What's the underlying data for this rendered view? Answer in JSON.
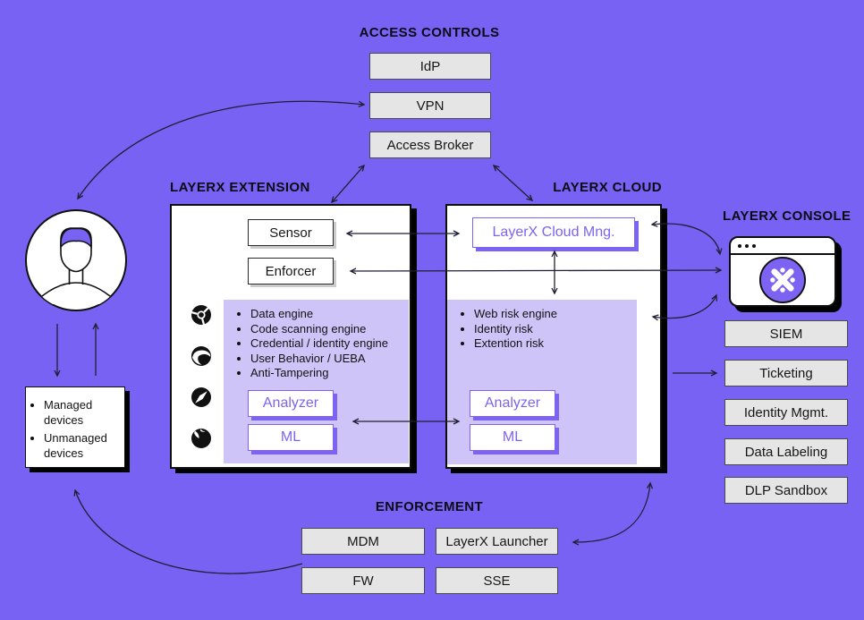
{
  "colors": {
    "background": "#7762F3",
    "panel_purple": "#CEC4F8",
    "accent_purple": "#7D63F2",
    "gray_box_fill": "#E5E5E5",
    "gray_box_border": "#4A4A4A",
    "shadow_black": "#000000"
  },
  "access_controls": {
    "title": "ACCESS CONTROLS",
    "items": [
      "IdP",
      "VPN",
      "Access Broker"
    ]
  },
  "extension": {
    "title": "LAYERX EXTENSION",
    "sensor_label": "Sensor",
    "enforcer_label": "Enforcer",
    "engines": [
      "Data engine",
      "Code scanning engine",
      "Credential / identity engine",
      "User Behavior / UEBA",
      "Anti-Tampering"
    ],
    "analyzer_label": "Analyzer",
    "ml_label": "ML",
    "browser_icons": [
      "chrome-icon",
      "edge-icon",
      "safari-icon",
      "firefox-icon"
    ]
  },
  "cloud": {
    "title": "LAYERX CLOUD",
    "mng_label": "LayerX Cloud Mng.",
    "risks": [
      "Web risk engine",
      "Identity risk",
      "Extention risk"
    ],
    "analyzer_label": "Analyzer",
    "ml_label": "ML"
  },
  "console": {
    "title": "LAYERX CONSOLE",
    "icon": "layerx-logo-browser-window-icon",
    "integrations": [
      "SIEM",
      "Ticketing",
      "Identity Mgmt.",
      "Data Labeling",
      "DLP Sandbox"
    ]
  },
  "user": {
    "icon": "user-avatar-icon"
  },
  "devices": {
    "items": [
      "Managed devices",
      "Unmanaged devices"
    ]
  },
  "enforcement": {
    "title": "ENFORCEMENT",
    "items": [
      "MDM",
      "LayerX Launcher",
      "FW",
      "SSE"
    ]
  }
}
